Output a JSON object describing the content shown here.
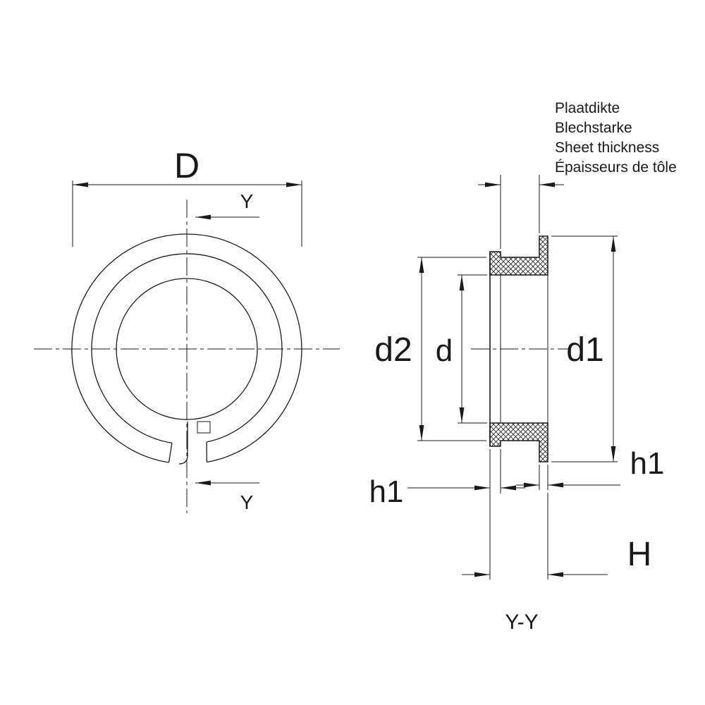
{
  "drawing": {
    "front_view": {
      "diameter_label": "D",
      "section_label_top": "Y",
      "section_label_bottom": "Y"
    },
    "section_view": {
      "d2_label": "d2",
      "d_label": "d",
      "d1_label": "d1",
      "h1_left_label": "h1",
      "h1_right_label": "h1",
      "height_label": "H",
      "view_title": "Y-Y"
    },
    "sheet_thickness_note": {
      "lines": [
        "Plaatdikte",
        "Blechstarke",
        "Sheet thickness",
        "Épaisseurs de tôle"
      ]
    },
    "colors": {
      "line": "#1a1a1a",
      "background": "#ffffff"
    }
  }
}
